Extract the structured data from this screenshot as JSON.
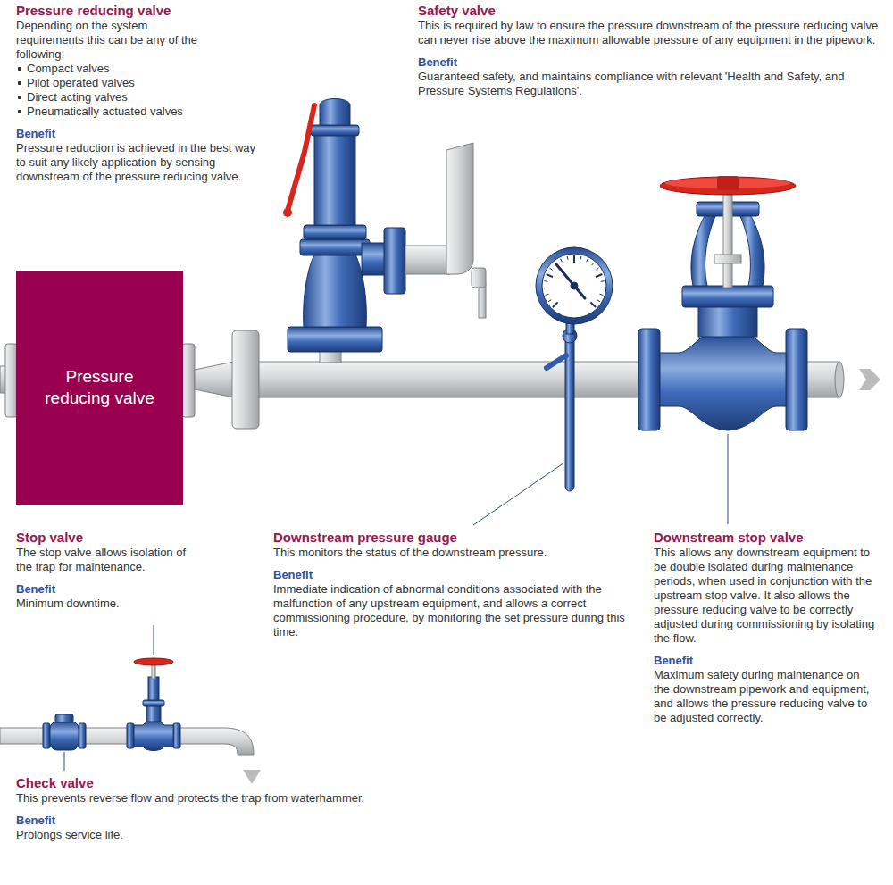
{
  "diagram": {
    "nodes": [
      {
        "text": [
          "Pressure reducing valve"
        ]
      }
    ],
    "edges": [],
    "labels": [
      "Pressure reducing valve",
      "Depending on the system requirements this can be any of the following:",
      "Compact valves",
      "Pilot operated valves",
      "Direct acting valves",
      "Pneumatically actuated valves",
      "Benefit",
      "Pressure reduction is achieved in the best way to suit any likely application by sensing downstream of the pressure reducing valve.",
      "Safety valve",
      "This is required by law to ensure the pressure downstream of the pressure reducing valve can never rise above the maximum allowable pressure of any equipment in the pipework.",
      "Benefit",
      "Guaranteed safety, and maintains compliance with relevant 'Health and Safety, and Pressure Systems Regulations'.",
      "Stop valve",
      "The stop valve allows isolation of the trap for maintenance.",
      "Benefit",
      "Minimum downtime.",
      "Downstream pressure gauge",
      "This monitors the status of the downstream pressure.",
      "Benefit",
      "Immediate indication of abnormal conditions associated with the malfunction of any upstream equipment, and allows a correct commissioning procedure, by monitoring the set pressure during this time.",
      "Downstream stop valve",
      "This allows any downstream equipment to be double isolated during maintenance periods, when used in conjunction with the upstream stop valve. It also allows the pressure reducing valve to be correctly adjusted during commissioning by isolating the flow.",
      "Benefit",
      "Maximum safety during maintenance on the downstream pipework and equipment, and allows the pressure reducing valve to be adjusted correctly.",
      "Check valve",
      "This prevents reverse flow and protects the trap from waterhammer.",
      "Benefit",
      "Prolongs service life."
    ]
  }
}
